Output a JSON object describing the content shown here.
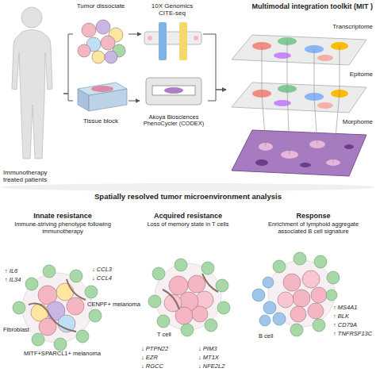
{
  "diagram": {
    "nodes": [
      {
        "text": [
          "Immunotherapy treated patients"
        ]
      },
      {
        "text": [
          "Tumor dissociate"
        ]
      },
      {
        "text": [
          "10X Genomics CITE-seq"
        ]
      },
      {
        "text": [
          "Tissue block"
        ]
      },
      {
        "text": [
          "Akoya Biosciences PhenoCycler (CODEX)"
        ]
      },
      {
        "text": [
          "Multimodal integration toolkit (MIT )"
        ]
      },
      {
        "text": [
          "Transcriptome"
        ],
        "in": 5
      },
      {
        "text": [
          "Epitome"
        ],
        "in": 5
      },
      {
        "text": [
          "Morphome"
        ],
        "in": 5
      },
      {
        "text": [
          "Spatially resolved tumor microenvironment analysis"
        ]
      },
      {
        "text": [
          "Innate resistance",
          "Immune-striving phenotype following immunotherapy"
        ],
        "in": 9
      },
      {
        "text": [
          "Acquired resistance",
          "Loss of memory state in T cells"
        ],
        "in": 9
      },
      {
        "text": [
          "Response",
          "Enrichment of lymphoid aggregate associated B cell signature"
        ],
        "in": 9
      }
    ],
    "edges": [
      {
        "from": 0,
        "to": 1,
        "arrow": "none"
      },
      {
        "from": 0,
        "to": 3,
        "arrow": "none"
      },
      {
        "from": 1,
        "to": 2,
        "arrow": "to"
      },
      {
        "from": 3,
        "to": 4,
        "arrow": "to"
      },
      {
        "from": 2,
        "to": 5,
        "arrow": "to"
      },
      {
        "from": 4,
        "to": 5,
        "arrow": "to"
      }
    ],
    "labels": [
      "↑ IL6",
      "↑ IL34",
      "↓ CCL3",
      "↓ CCL4",
      "CENPF+ melanoma",
      "Fibroblast",
      "MITF+SPARCL1+ melanoma",
      "T cell",
      "↓ PTPN22",
      "↓ EZR",
      "↓ RGCC",
      "↓ PIM3",
      "↓ MT1X",
      "↓ NFE2L2",
      "B cell",
      "↑ MS4A1",
      "↑ BLK",
      "↑ CD79A",
      "↑ TNFRSF13C"
    ]
  }
}
